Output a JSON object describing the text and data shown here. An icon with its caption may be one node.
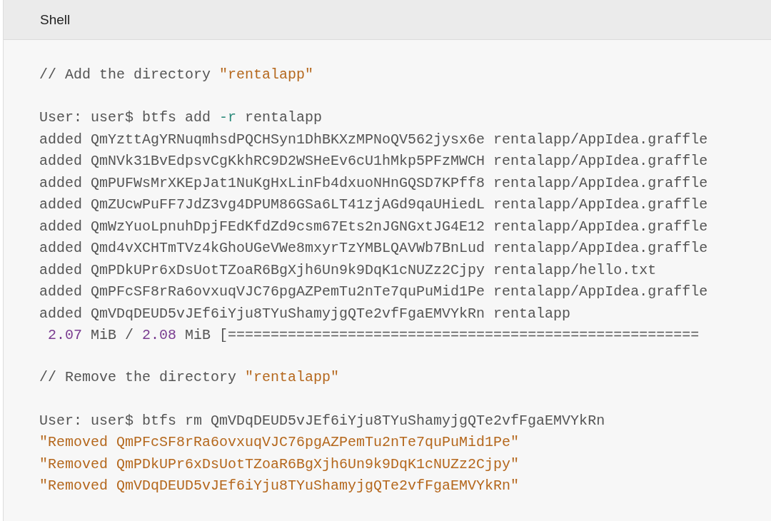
{
  "diagram": {
    "title": "Shell",
    "labels": [
      "// Add the directory \"rentalapp\"",
      "User: user$ btfs add -r rentalapp",
      "added QmYzttAgYRNuqmhsdPQCHSyn1DhBKXzMPNoQV562jysx6e rentalapp/AppIdea.graffle",
      "added QmNVk31BvEdpsvCgKkhRC9D2WSHeEv6cU1hMkp5PFzMWCH rentalapp/AppIdea.graffle",
      "added QmPUFWsMrXKEpJat1NuKgHxLinFb4dxuoNHnGQSD7KPff8 rentalapp/AppIdea.graffle",
      "added QmZUcwPuFF7JdZ3vg4DPUM86GSa6LT41zjAGd9qaUHiedL rentalapp/AppIdea.graffle",
      "added QmWzYuoLpnuhDpjFEdKfdZd9csm67Ets2nJGNGxtJG4E12 rentalapp/AppIdea.graffle",
      "added Qmd4vXCHTmTVz4kGhoUGeVWe8mxyrTzYMBLQAVWb7BnLud rentalapp/AppIdea.graffle",
      "added QmPDkUPr6xDsUotTZoaR6BgXjh6Un9k9DqK1cNUZz2Cjpy rentalapp/hello.txt",
      "added QmPFcSF8rRa6ovxuqVJC76pgAZPemTu2nTe7quPuMid1Pe rentalapp/AppIdea.graffle",
      "added QmVDqDEUD5vJEf6iYju8TYuShamyjgQTe2vfFgaEMVYkRn rentalapp",
      "2.07 MiB / 2.08 MiB [=======================================================",
      "// Remove the directory \"rentalapp\"",
      "User: user$ btfs rm QmVDqDEUD5vJEf6iYju8TYuShamyjgQTe2vfFgaEMVYkRn",
      "\"Removed QmPFcSF8rRa6ovxuqVJC76pgAZPemTu2nTe7quPuMid1Pe\"",
      "\"Removed QmPDkUPr6xDsUotTZoaR6BgXjh6Un9k9DqK1cNUZz2Cjpy\"",
      "\"Removed QmVDqDEUD5vJEf6iYju8TYuShamyjgQTe2vfFgaEMVYkRn\""
    ]
  }
}
